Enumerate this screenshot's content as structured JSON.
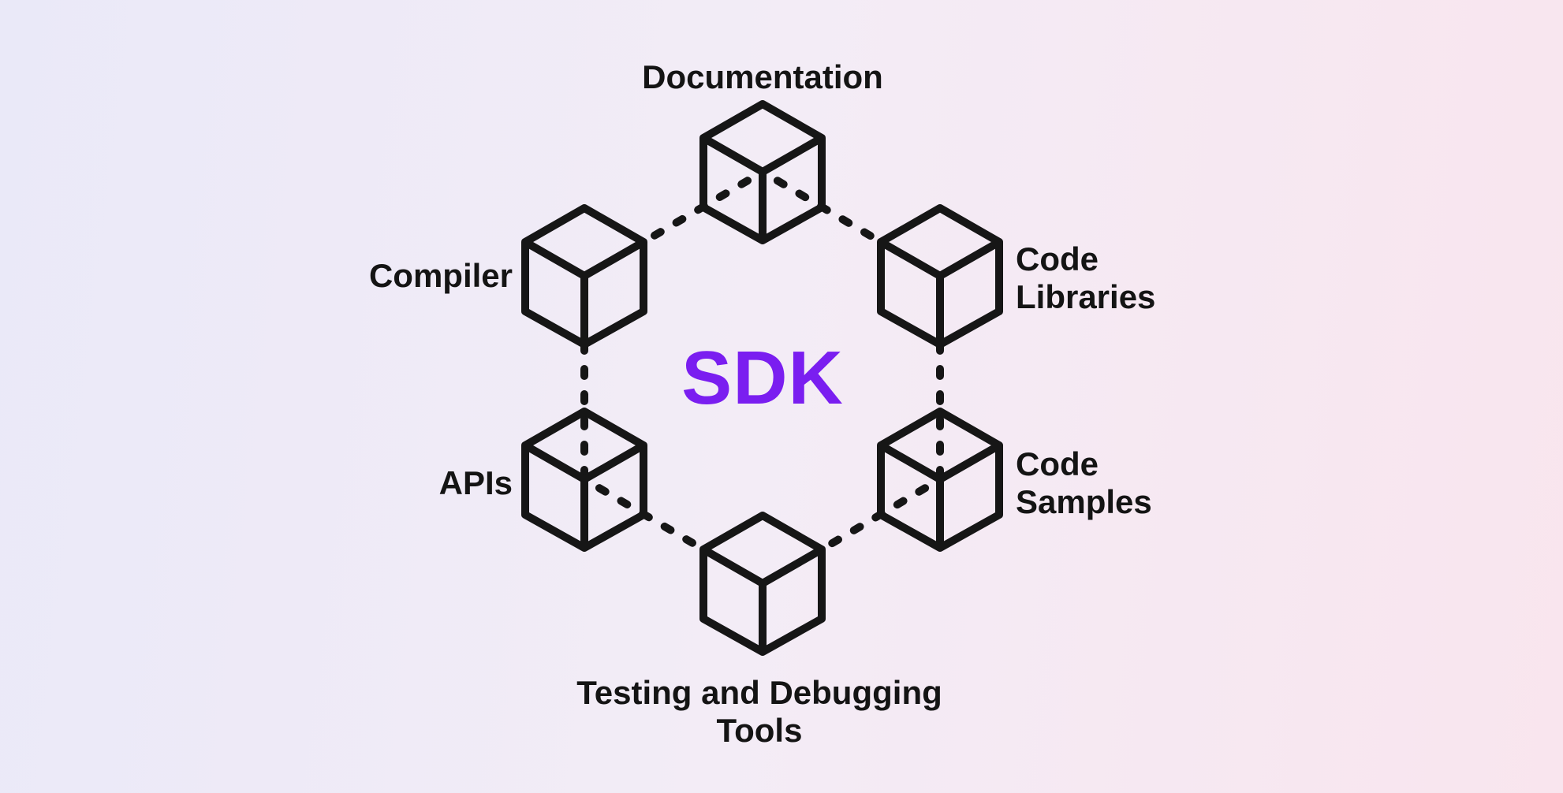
{
  "diagram": {
    "title": "SDK",
    "nodes": [
      {
        "id": "documentation",
        "label": "Documentation"
      },
      {
        "id": "compiler",
        "label": "Compiler"
      },
      {
        "id": "code-libraries",
        "label": "Code\nLibraries"
      },
      {
        "id": "apis",
        "label": "APIs"
      },
      {
        "id": "code-samples",
        "label": "Code\nSamples"
      },
      {
        "id": "testing-tools",
        "label": "Testing and Debugging\nTools"
      }
    ],
    "icons": [
      "cube-icon-documentation",
      "cube-icon-compiler",
      "cube-icon-code-libraries",
      "cube-icon-apis",
      "cube-icon-code-samples",
      "cube-icon-testing-tools"
    ],
    "connector_style": "dashed",
    "colors": {
      "accent": "#7a1ef0",
      "text": "#141414",
      "line": "#161616",
      "background_left": "#eae9f8",
      "background_middle": "#f3ecf6",
      "background_right": "#f9e5ee"
    }
  }
}
